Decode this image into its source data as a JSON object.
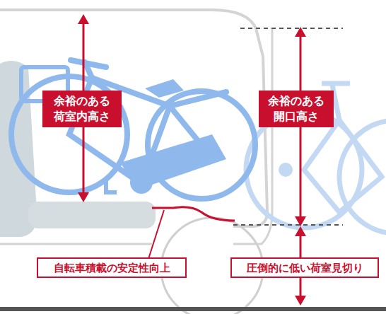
{
  "diagram": {
    "nodes": [
      {
        "text": [
          "余裕のある 荷室内高さ"
        ]
      },
      {
        "text": [
          "余裕のある 開口高さ"
        ]
      },
      {
        "text": [
          "自転車積載の安定性向上"
        ]
      },
      {
        "text": [
          "圧倒的に低い荷室見切り"
        ]
      }
    ]
  }
}
